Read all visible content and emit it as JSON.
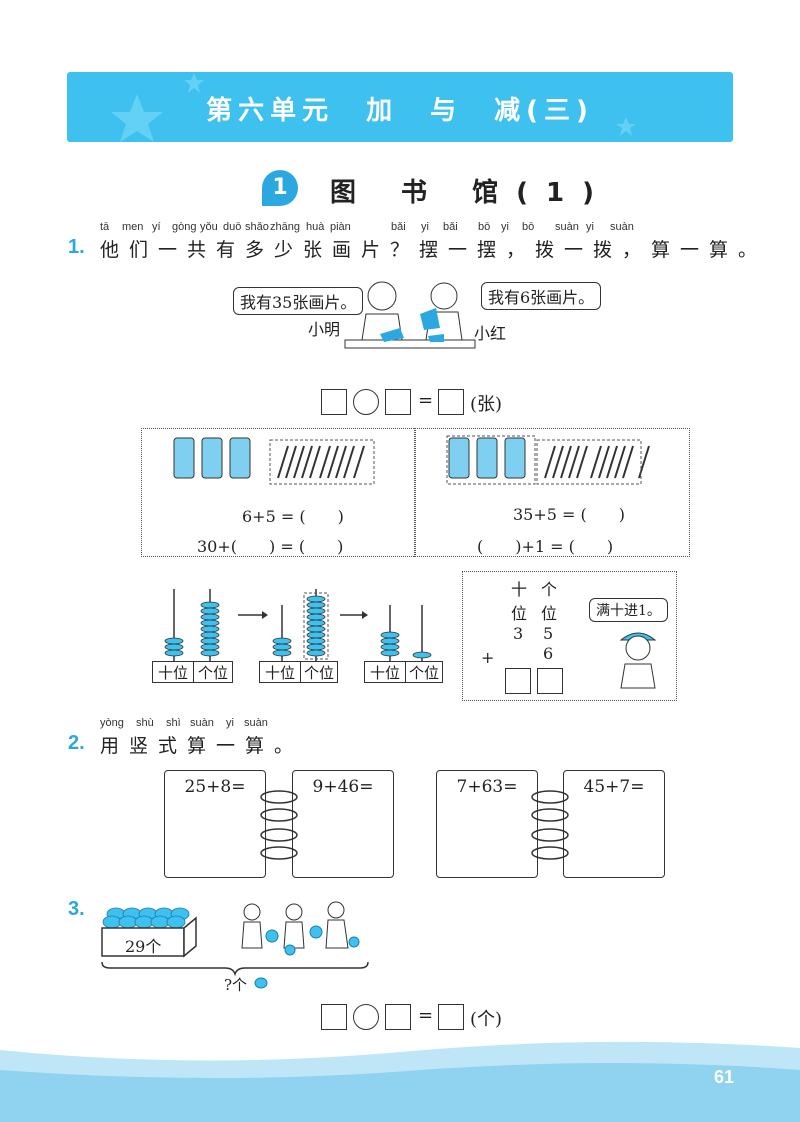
{
  "unit_title": "第六单元　加　与　减(三)",
  "lesson": {
    "number": "1",
    "title": "图 书 馆(1)"
  },
  "q1": {
    "number": "1.",
    "pinyin": [
      "tā",
      "men",
      "yí",
      "gòng",
      "yǒu",
      "duō",
      "shǎo",
      "zhāng",
      "huà",
      "piàn",
      "bǎi",
      "yi",
      "bǎi",
      "bō",
      "yi",
      "bō",
      "suàn",
      "yi",
      "suàn"
    ],
    "text": "他们一共有多少张画片？摆一摆，拨一拨，算一算。",
    "boy_bubble": "我有35张画片。",
    "boy_name": "小明",
    "girl_bubble": "我有6张画片。",
    "girl_name": "小红",
    "eq_unit": "(张)",
    "eq_equals": "=",
    "stick_left": {
      "line1": "6+5 = (　　)",
      "line2": "30+(　　) = (　　)"
    },
    "stick_right": {
      "line1": "35+5 = (　　)",
      "line2": "(　　)+1 = (　　)"
    },
    "abacus_labels": [
      "十位",
      "个位"
    ],
    "column": {
      "tens_header": "十",
      "ones_header": "个",
      "tens_sub": "位",
      "ones_sub": "位",
      "row1": [
        "3",
        "5"
      ],
      "op": "+",
      "row2": "6",
      "hint": "满十进1。"
    }
  },
  "q2": {
    "number": "2.",
    "pinyin": [
      "yòng",
      "shù",
      "shì",
      "suàn",
      "yi",
      "suàn"
    ],
    "text": "用竖式算一算。",
    "problems": [
      "25+8=",
      "9+46=",
      "7+63=",
      "45+7="
    ]
  },
  "q3": {
    "number": "3.",
    "box_label": "29个",
    "question": "?个",
    "eq_unit": "(个)",
    "eq_equals": "="
  },
  "page_number": "61",
  "colors": {
    "accent": "#3ec1ef",
    "accent_dark": "#2aa8df",
    "wave": "#bfe6f7"
  }
}
